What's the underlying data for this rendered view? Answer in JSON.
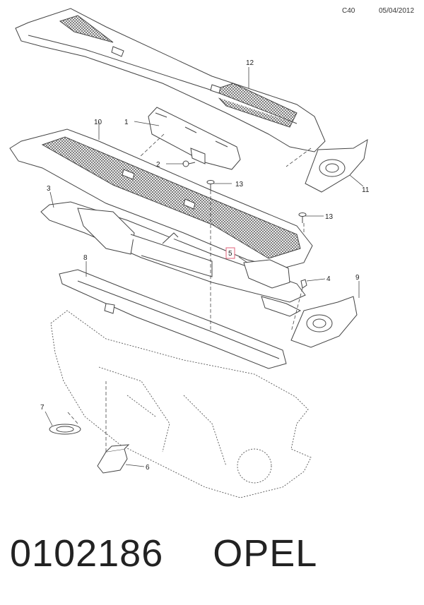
{
  "header": {
    "code": "C40",
    "date": "05/04/2012"
  },
  "callouts": {
    "c1": "1",
    "c2": "2",
    "c3": "3",
    "c4": "4",
    "c5": "5",
    "c6": "6",
    "c7": "7",
    "c8": "8",
    "c9": "9",
    "c10": "10",
    "c11": "11",
    "c12": "12",
    "c13a": "13",
    "c13b": "13"
  },
  "footer": {
    "part_number": "0102186",
    "brand": "OPEL"
  },
  "colors": {
    "line": "#444444",
    "callout_box": "#e0607a",
    "mesh": "#555555"
  }
}
